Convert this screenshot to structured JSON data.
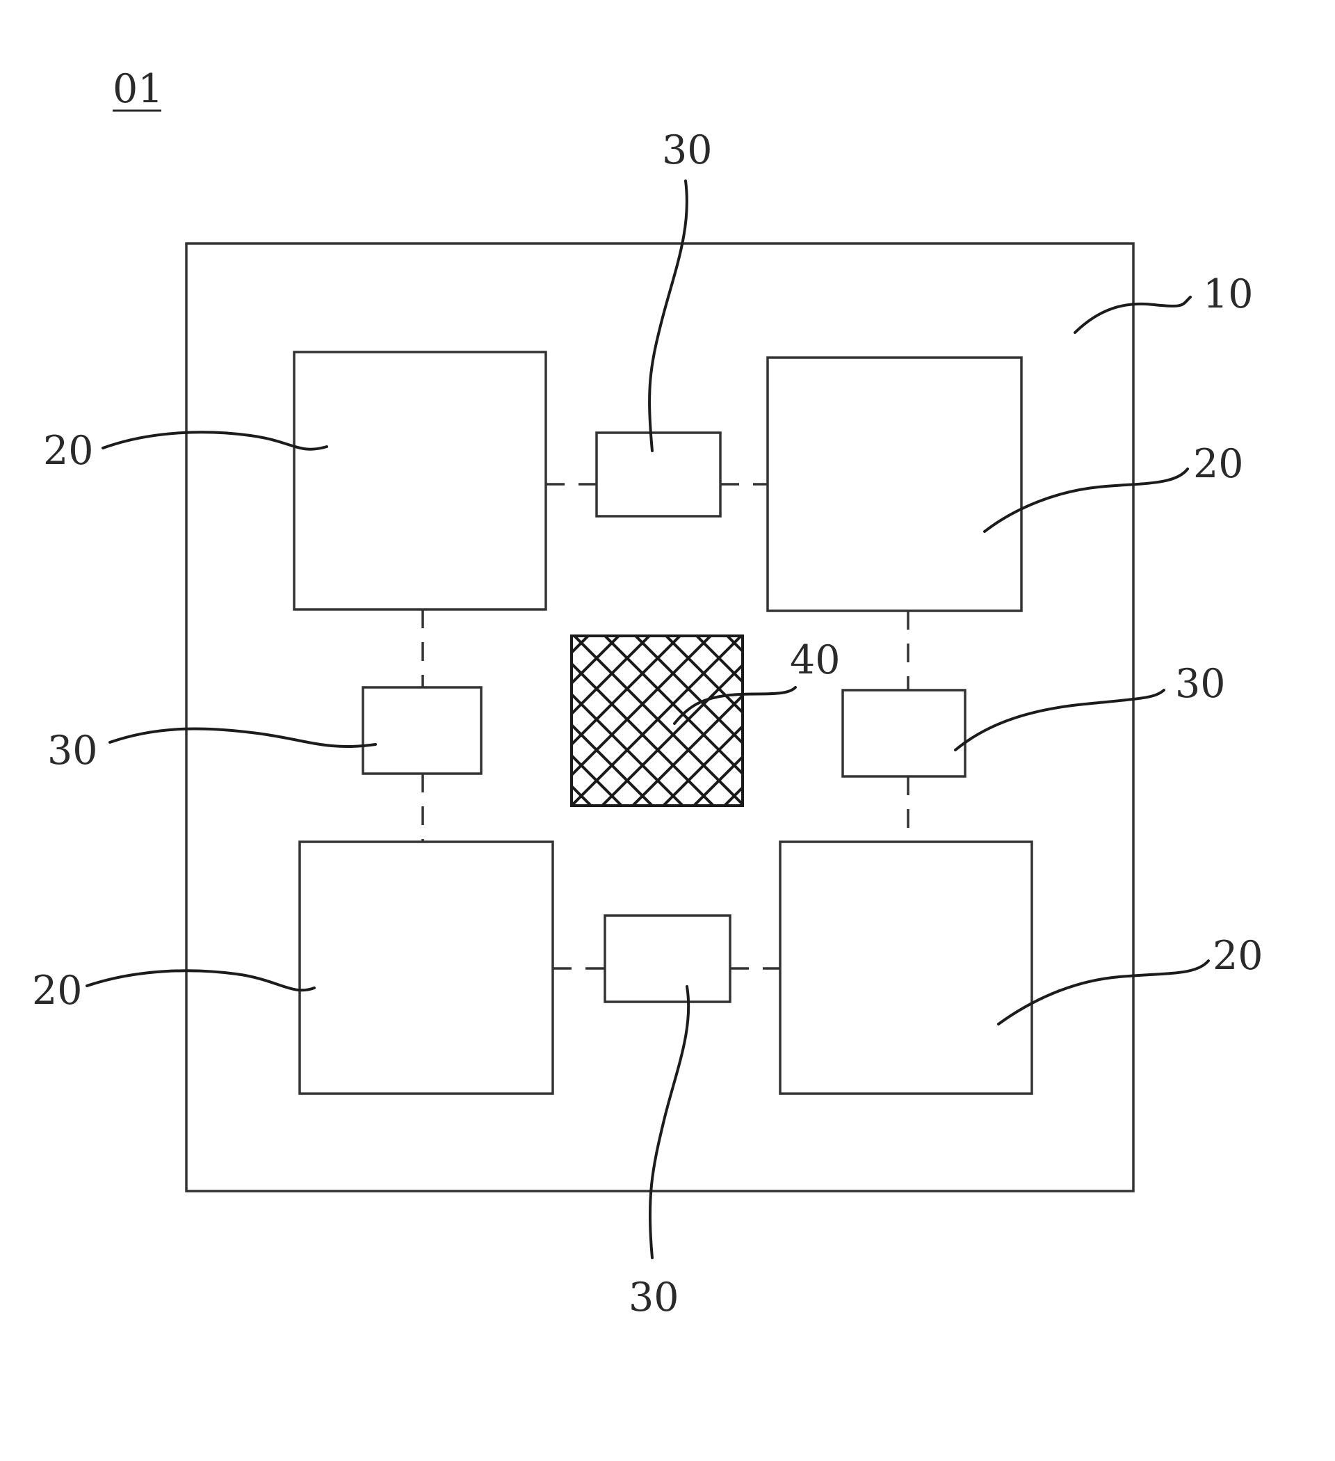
{
  "figure_number": "01",
  "labels": {
    "substrate": "10",
    "block": "20",
    "connector": "30",
    "center": "40"
  },
  "colors": {
    "line": "#333333",
    "text": "#2a2a2a",
    "background": "#ffffff"
  }
}
